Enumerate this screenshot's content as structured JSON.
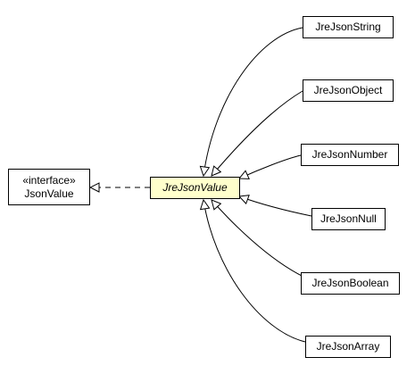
{
  "diagram": {
    "interface_node": {
      "stereotype": "«interface»",
      "name": "JsonValue"
    },
    "base_class": {
      "name": "JreJsonValue"
    },
    "subclasses": [
      {
        "name": "JreJsonString"
      },
      {
        "name": "JreJsonObject"
      },
      {
        "name": "JreJsonNumber"
      },
      {
        "name": "JreJsonNull"
      },
      {
        "name": "JreJsonBoolean"
      },
      {
        "name": "JreJsonArray"
      }
    ]
  },
  "colors": {
    "base_fill": "#ffffcc",
    "box_fill": "#ffffff",
    "stroke": "#000000"
  }
}
